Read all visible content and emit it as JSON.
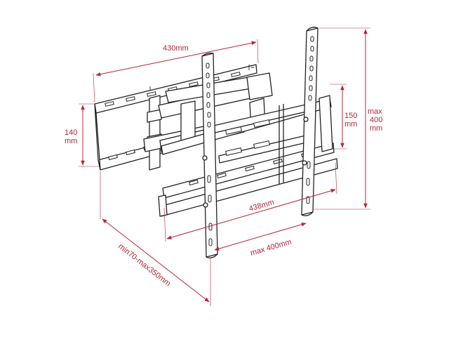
{
  "diagram": {
    "dimensions": {
      "top_width": "430mm",
      "left_height_line1": "140",
      "left_height_line2": "mm",
      "right_inner_line1": "150",
      "right_inner_line2": "mm",
      "right_outer_line1": "max",
      "right_outer_line2": "400",
      "right_outer_line3": "mm",
      "bottom_width": "438mm",
      "bottom_vesa": "max 400mm",
      "extension": "min70-max350mm"
    },
    "colors": {
      "dimension": "#b5263a",
      "line_art": "#222222",
      "background": "#ffffff"
    }
  }
}
